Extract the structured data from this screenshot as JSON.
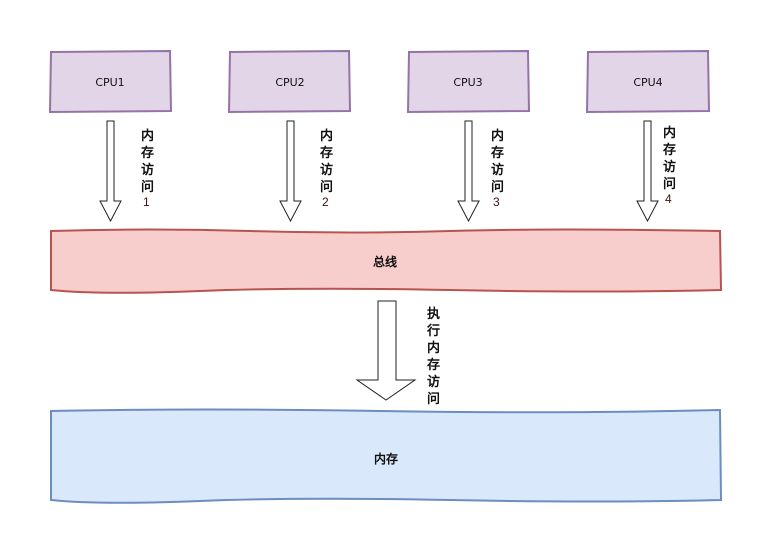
{
  "cpus": [
    {
      "label": "CPU1",
      "access_label": [
        "内",
        "存",
        "访",
        "问"
      ],
      "access_num": "1"
    },
    {
      "label": "CPU2",
      "access_label": [
        "内",
        "存",
        "访",
        "问"
      ],
      "access_num": "2"
    },
    {
      "label": "CPU3",
      "access_label": [
        "内",
        "存",
        "访",
        "问"
      ],
      "access_num": "3"
    },
    {
      "label": "CPU4",
      "access_label": [
        "内",
        "存",
        "访",
        "问"
      ],
      "access_num": "4"
    }
  ],
  "bus": {
    "label": "总线"
  },
  "bus_to_memory": {
    "label_chars": [
      "执",
      "行",
      "内",
      "存",
      "访",
      "问"
    ]
  },
  "memory": {
    "label": "内存"
  },
  "colors": {
    "cpu_fill": "#e1d5e7",
    "cpu_stroke": "#9673a6",
    "bus_fill": "#f8cecc",
    "bus_stroke": "#b85450",
    "memory_fill": "#dae8fc",
    "memory_stroke": "#6c8ebf"
  }
}
